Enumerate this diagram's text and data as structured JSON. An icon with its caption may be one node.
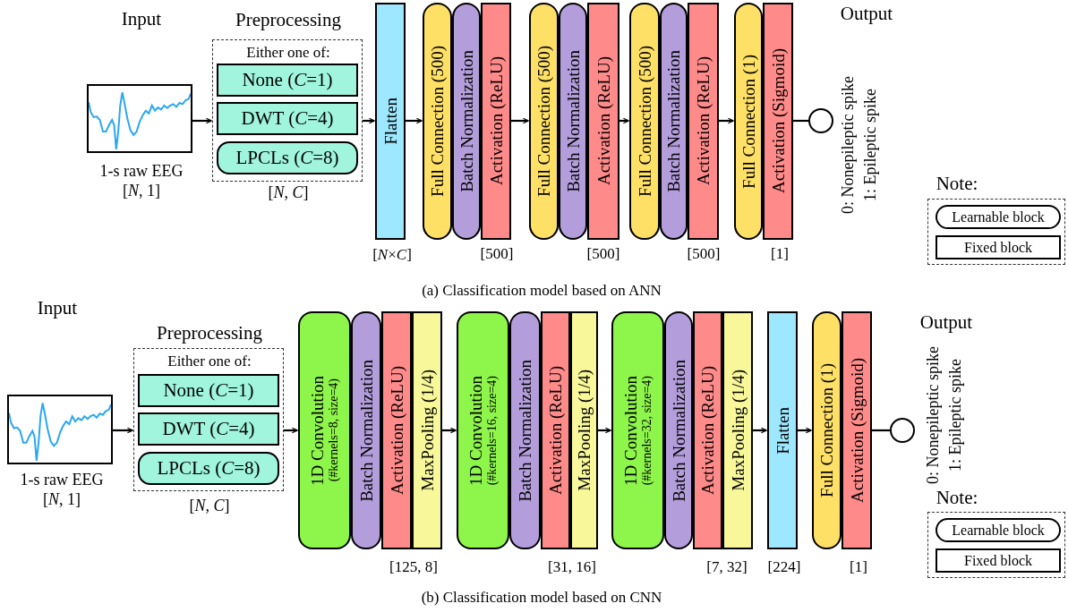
{
  "diagram": {
    "nodes": [
      {
        "text": [
          "Input"
        ],
        "beside": [
          "1-s raw EEG",
          "[*N*, 1]"
        ]
      },
      {
        "text": [
          "Preprocessing",
          "Either one of:"
        ],
        "beside": [
          "[*N*, *C*]"
        ]
      },
      {
        "text": [
          "None (*C*=1)"
        ],
        "in": 1
      },
      {
        "text": [
          "DWT (*C*=4)"
        ],
        "in": 1
      },
      {
        "text": [
          "LPCLs (*C*=8)"
        ],
        "in": 1
      },
      {
        "text": [
          "Flatten"
        ],
        "beside": [
          "[*N*×*C*]"
        ]
      },
      {
        "text": [
          "Full Connection (500)"
        ]
      },
      {
        "text": [
          "Batch Normalization"
        ]
      },
      {
        "text": [
          "Activation (ReLU)"
        ],
        "beside": [
          "[500]"
        ]
      },
      {
        "text": [
          "Full Connection (500)"
        ]
      },
      {
        "text": [
          "Batch Normalization"
        ]
      },
      {
        "text": [
          "Activation (ReLU)"
        ],
        "beside": [
          "[500]"
        ]
      },
      {
        "text": [
          "Full Connection (500)"
        ]
      },
      {
        "text": [
          "Batch Normalization"
        ]
      },
      {
        "text": [
          "Activation (ReLU)"
        ],
        "beside": [
          "[500]"
        ]
      },
      {
        "text": [
          "Full Connection (1)"
        ]
      },
      {
        "text": [
          "Activation (Sigmoid)"
        ],
        "beside": [
          "[1]"
        ]
      },
      {
        "text": [],
        "shape": "circle",
        "beside": [
          "0: Nonepileptic spike",
          "1: Epileptic spike"
        ]
      },
      {
        "text": [
          "Note:"
        ]
      },
      {
        "text": [
          "Learnable block"
        ],
        "in": 18
      },
      {
        "text": [
          "Fixed block"
        ],
        "in": 18
      },
      {
        "text": [
          "Input"
        ],
        "beside": [
          "1-s raw EEG",
          "[*N*, 1]"
        ]
      },
      {
        "text": [
          "Preprocessing",
          "Either one of:"
        ],
        "beside": [
          "[*N*, *C*]"
        ]
      },
      {
        "text": [
          "None (*C*=1)"
        ],
        "in": 22
      },
      {
        "text": [
          "DWT (*C*=4)"
        ],
        "in": 22
      },
      {
        "text": [
          "LPCLs (*C*=8)"
        ],
        "in": 22
      },
      {
        "text": [
          "1D Convolution",
          "(#kernels=8, size=4)"
        ]
      },
      {
        "text": [
          "Batch Normalization"
        ]
      },
      {
        "text": [
          "Activation (ReLU)"
        ]
      },
      {
        "text": [
          "MaxPooling (1/4)"
        ],
        "beside": [
          "[125, 8]"
        ]
      },
      {
        "text": [
          "1D Convolution",
          "(#kernels=16, size=4)"
        ]
      },
      {
        "text": [
          "Batch Normalization"
        ]
      },
      {
        "text": [
          "Activation (ReLU)"
        ]
      },
      {
        "text": [
          "MaxPooling (1/4)"
        ],
        "beside": [
          "[31, 16]"
        ]
      },
      {
        "text": [
          "1D Convolution",
          "(#kernels=32, size=4)"
        ]
      },
      {
        "text": [
          "Batch Normalization"
        ]
      },
      {
        "text": [
          "Activation (ReLU)"
        ]
      },
      {
        "text": [
          "MaxPooling (1/4)"
        ],
        "beside": [
          "[7, 32]"
        ]
      },
      {
        "text": [
          "Flatten"
        ],
        "beside": [
          "[224]"
        ]
      },
      {
        "text": [
          "Full Connection (1)"
        ]
      },
      {
        "text": [
          "Activation (Sigmoid)"
        ],
        "beside": [
          "[1]"
        ]
      },
      {
        "text": [],
        "shape": "circle",
        "beside": [
          "0: Nonepileptic spike",
          "1: Epileptic spike"
        ]
      },
      {
        "text": [
          "Note:"
        ]
      },
      {
        "text": [
          "Learnable block"
        ],
        "in": 42
      },
      {
        "text": [
          "Fixed block"
        ],
        "in": 42
      }
    ],
    "edges": [
      {
        "from": 0,
        "to": 1,
        "arrow": "to"
      },
      {
        "from": 1,
        "to": 5,
        "arrow": "to"
      },
      {
        "from": 5,
        "to": 6,
        "arrow": "to"
      },
      {
        "from": 8,
        "to": 9,
        "arrow": "to"
      },
      {
        "from": 11,
        "to": 12,
        "arrow": "to"
      },
      {
        "from": 14,
        "to": 15,
        "arrow": "to"
      },
      {
        "from": 16,
        "to": 17,
        "arrow": "none"
      },
      {
        "from": 21,
        "to": 22,
        "arrow": "to"
      },
      {
        "from": 22,
        "to": 26,
        "arrow": "to"
      },
      {
        "from": 29,
        "to": 30,
        "arrow": "to"
      },
      {
        "from": 33,
        "to": 34,
        "arrow": "to"
      },
      {
        "from": 37,
        "to": 38,
        "arrow": "to"
      },
      {
        "from": 38,
        "to": 39,
        "arrow": "to"
      },
      {
        "from": 40,
        "to": 41,
        "arrow": "none"
      }
    ],
    "labels": [
      "Output",
      "(a) Classification model based on ANN",
      "Output",
      "(b) Classification model based on CNN"
    ]
  }
}
